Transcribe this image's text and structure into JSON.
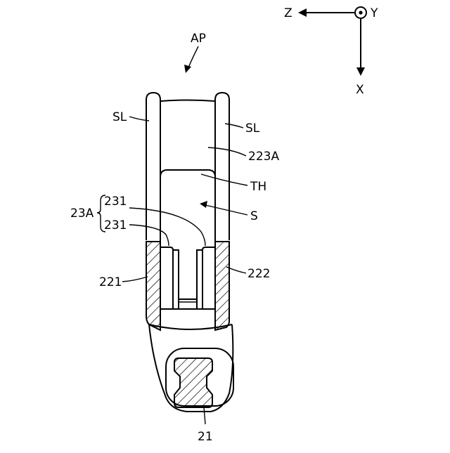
{
  "figure": {
    "labels": {
      "ap": "AP",
      "sl_left": "SL",
      "sl_right": "SL",
      "part_223a": "223A",
      "th": "TH",
      "s": "S",
      "group_23a": "23A",
      "part_231_top": "231",
      "part_231_bottom": "231",
      "part_221": "221",
      "part_222": "222",
      "part_21": "21"
    },
    "axes": {
      "z": "Z",
      "y": "Y",
      "x": "X"
    }
  }
}
